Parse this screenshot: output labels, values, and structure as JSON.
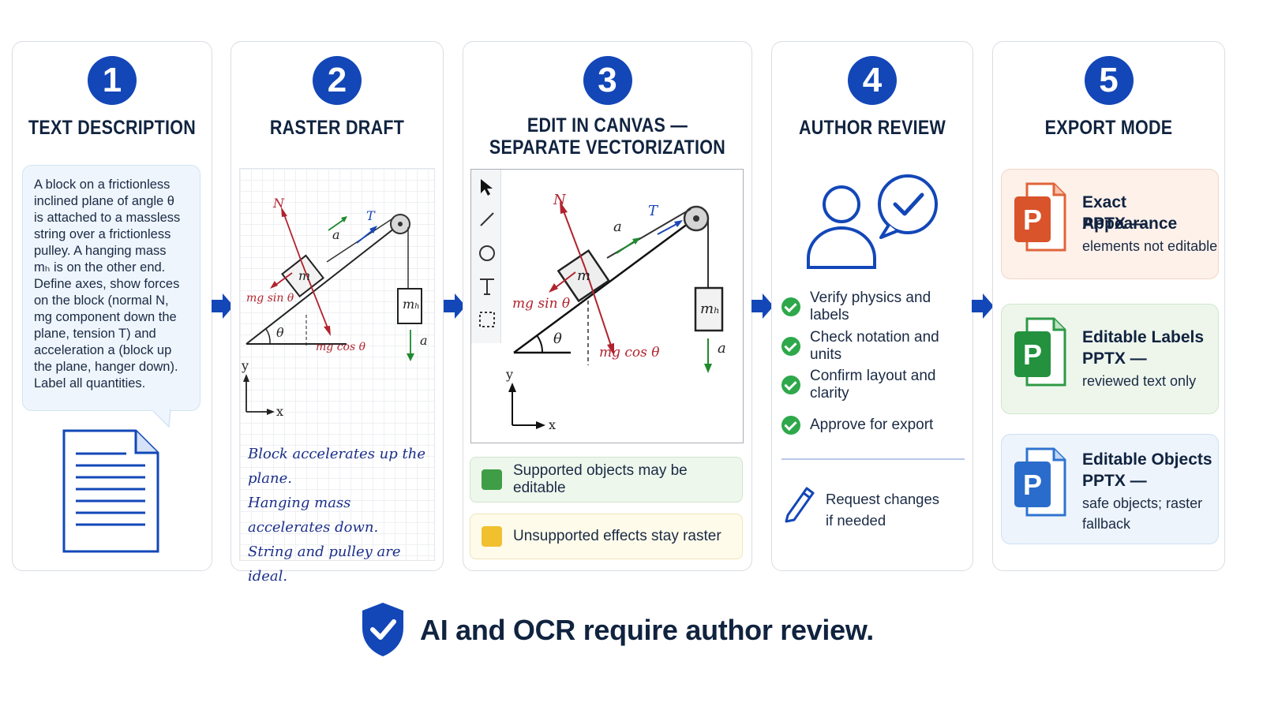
{
  "colors": {
    "accent": "#1347b8",
    "force_red": "#b0232e",
    "force_green": "#1f8a2e",
    "force_blue": "#1a47b8"
  },
  "steps": [
    {
      "number": "1",
      "title": "TEXT DESCRIPTION"
    },
    {
      "number": "2",
      "title": "RASTER DRAFT"
    },
    {
      "number": "3",
      "title_line1": "EDIT IN CANVAS —",
      "title_line2": "SEPARATE VECTORIZATION"
    },
    {
      "number": "4",
      "title": "AUTHOR REVIEW"
    },
    {
      "number": "5",
      "title": "EXPORT MODE"
    }
  ],
  "description_lines": [
    "A block on a frictionless",
    "inclined plane of angle θ",
    "is attached to a massless",
    "string over a frictionless",
    "pulley. A hanging mass",
    "mₕ is on the other end.",
    "Define axes, show forces",
    "on the block (normal N,",
    "mg component down the",
    "plane, tension T) and",
    "acceleration a (block up",
    "the plane, hanger down).",
    "Label all quantities."
  ],
  "diagram_labels": {
    "normal": "N",
    "tension": "T",
    "accel": "a",
    "mass": "m",
    "hanging": "mₕ",
    "mg_sin": "mg sin θ",
    "mg_cos": "mg cos θ",
    "theta": "θ",
    "y_axis": "y",
    "x_axis": "x"
  },
  "draft_notes": [
    "Block accelerates up the plane.",
    "Hanging mass accelerates down.",
    "String and pulley are ideal."
  ],
  "legend": [
    {
      "label": "Supported objects may be editable",
      "color": "#3f9e45"
    },
    {
      "label": "Unsupported effects stay raster",
      "color": "#f0c02f"
    }
  ],
  "review_items": [
    "Verify physics and labels",
    "Check notation and units",
    "Confirm layout and clarity",
    "Approve for export"
  ],
  "request_changes": {
    "line1": "Request changes",
    "line2": "if needed"
  },
  "export_modes": [
    {
      "title": "Exact Appearance",
      "sub1": "PPTX —",
      "sub2": "elements not editable",
      "sub3": ""
    },
    {
      "title": "Editable Labels",
      "sub1": "PPTX —",
      "sub2": "reviewed text only",
      "sub3": ""
    },
    {
      "title": "Editable Objects",
      "sub1": "PPTX —",
      "sub2": "safe objects; raster",
      "sub3": "fallback"
    }
  ],
  "footer": {
    "text": "AI and OCR require author review."
  }
}
